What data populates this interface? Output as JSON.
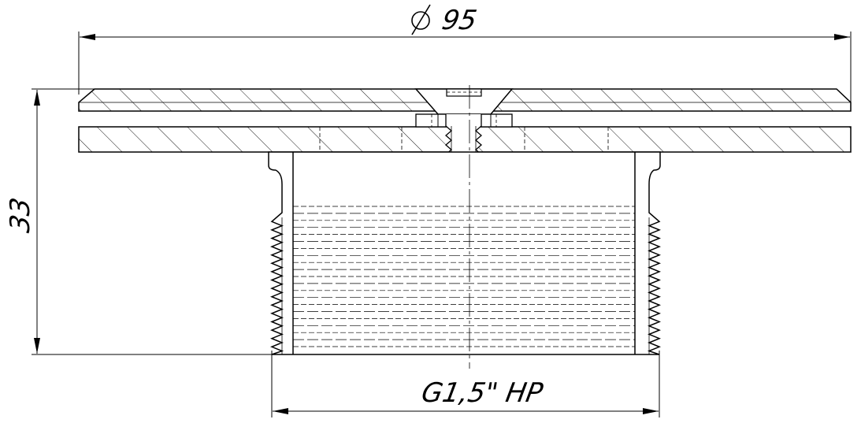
{
  "dimensions": {
    "diameter": {
      "symbol": "⌀",
      "value": "95"
    },
    "height": {
      "value": "33"
    },
    "thread": {
      "value": "G1,5\" HP"
    }
  },
  "colors": {
    "line": "#000000",
    "background": "#ffffff"
  }
}
